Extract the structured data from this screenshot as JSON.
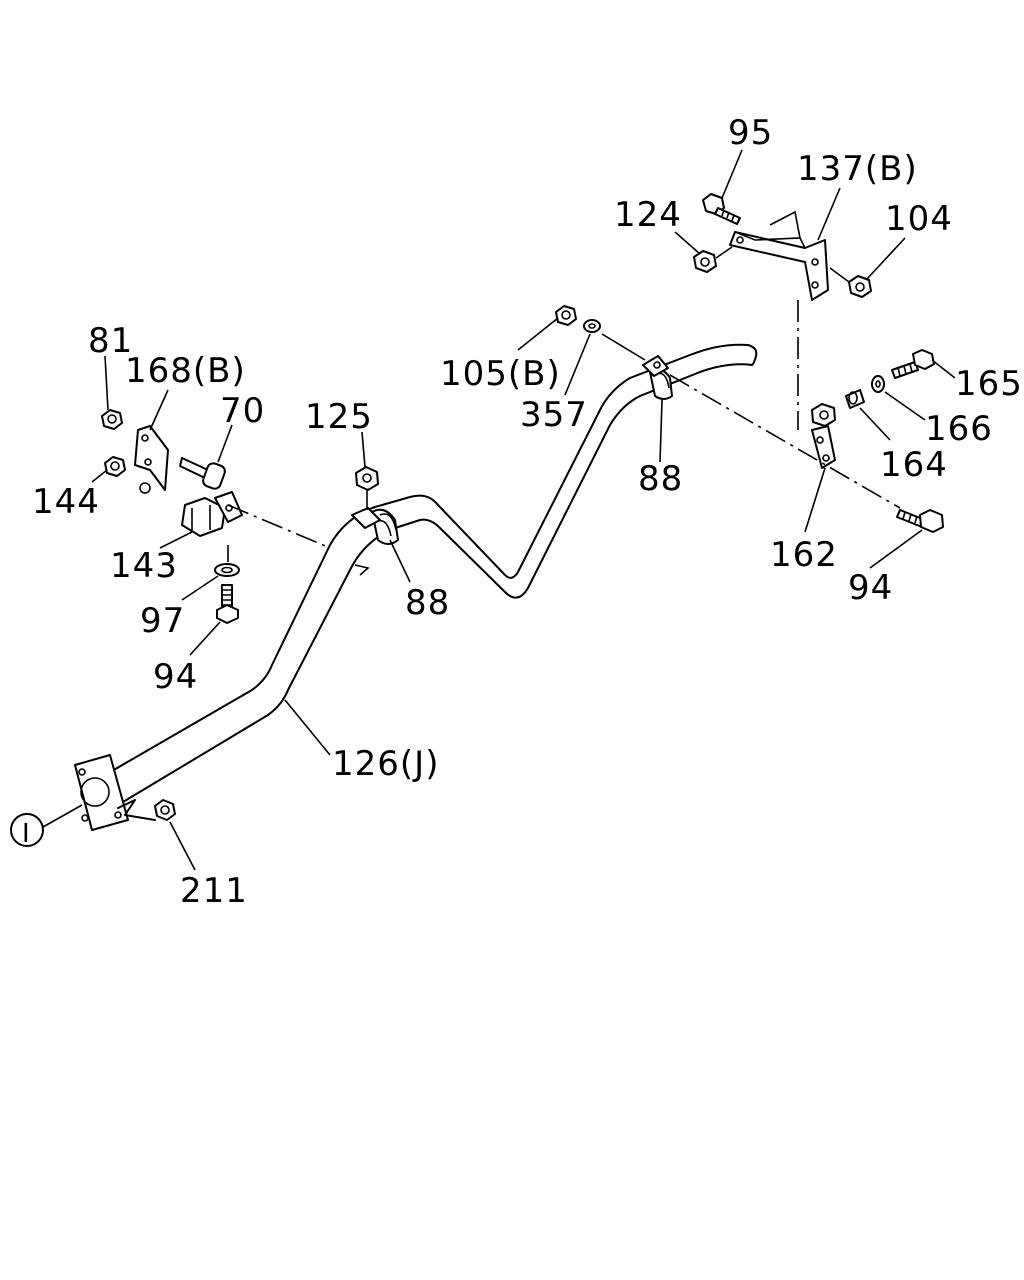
{
  "labels": {
    "l95": "95",
    "l137b": "137(B)",
    "l124": "124",
    "l104": "104",
    "l81": "81",
    "l168b": "168(B)",
    "l70": "70",
    "l125": "125",
    "l105b": "105(B)",
    "l357": "357",
    "l165": "165",
    "l166": "166",
    "l164": "164",
    "l88a": "88",
    "l144": "144",
    "l143": "143",
    "l88b": "88",
    "l162": "162",
    "l94a": "94",
    "l97": "97",
    "l94b": "94",
    "l126j": "126(J)",
    "l211": "211",
    "ref": "I"
  },
  "colors": {
    "ink": "#000000",
    "paper": "#ffffff"
  }
}
